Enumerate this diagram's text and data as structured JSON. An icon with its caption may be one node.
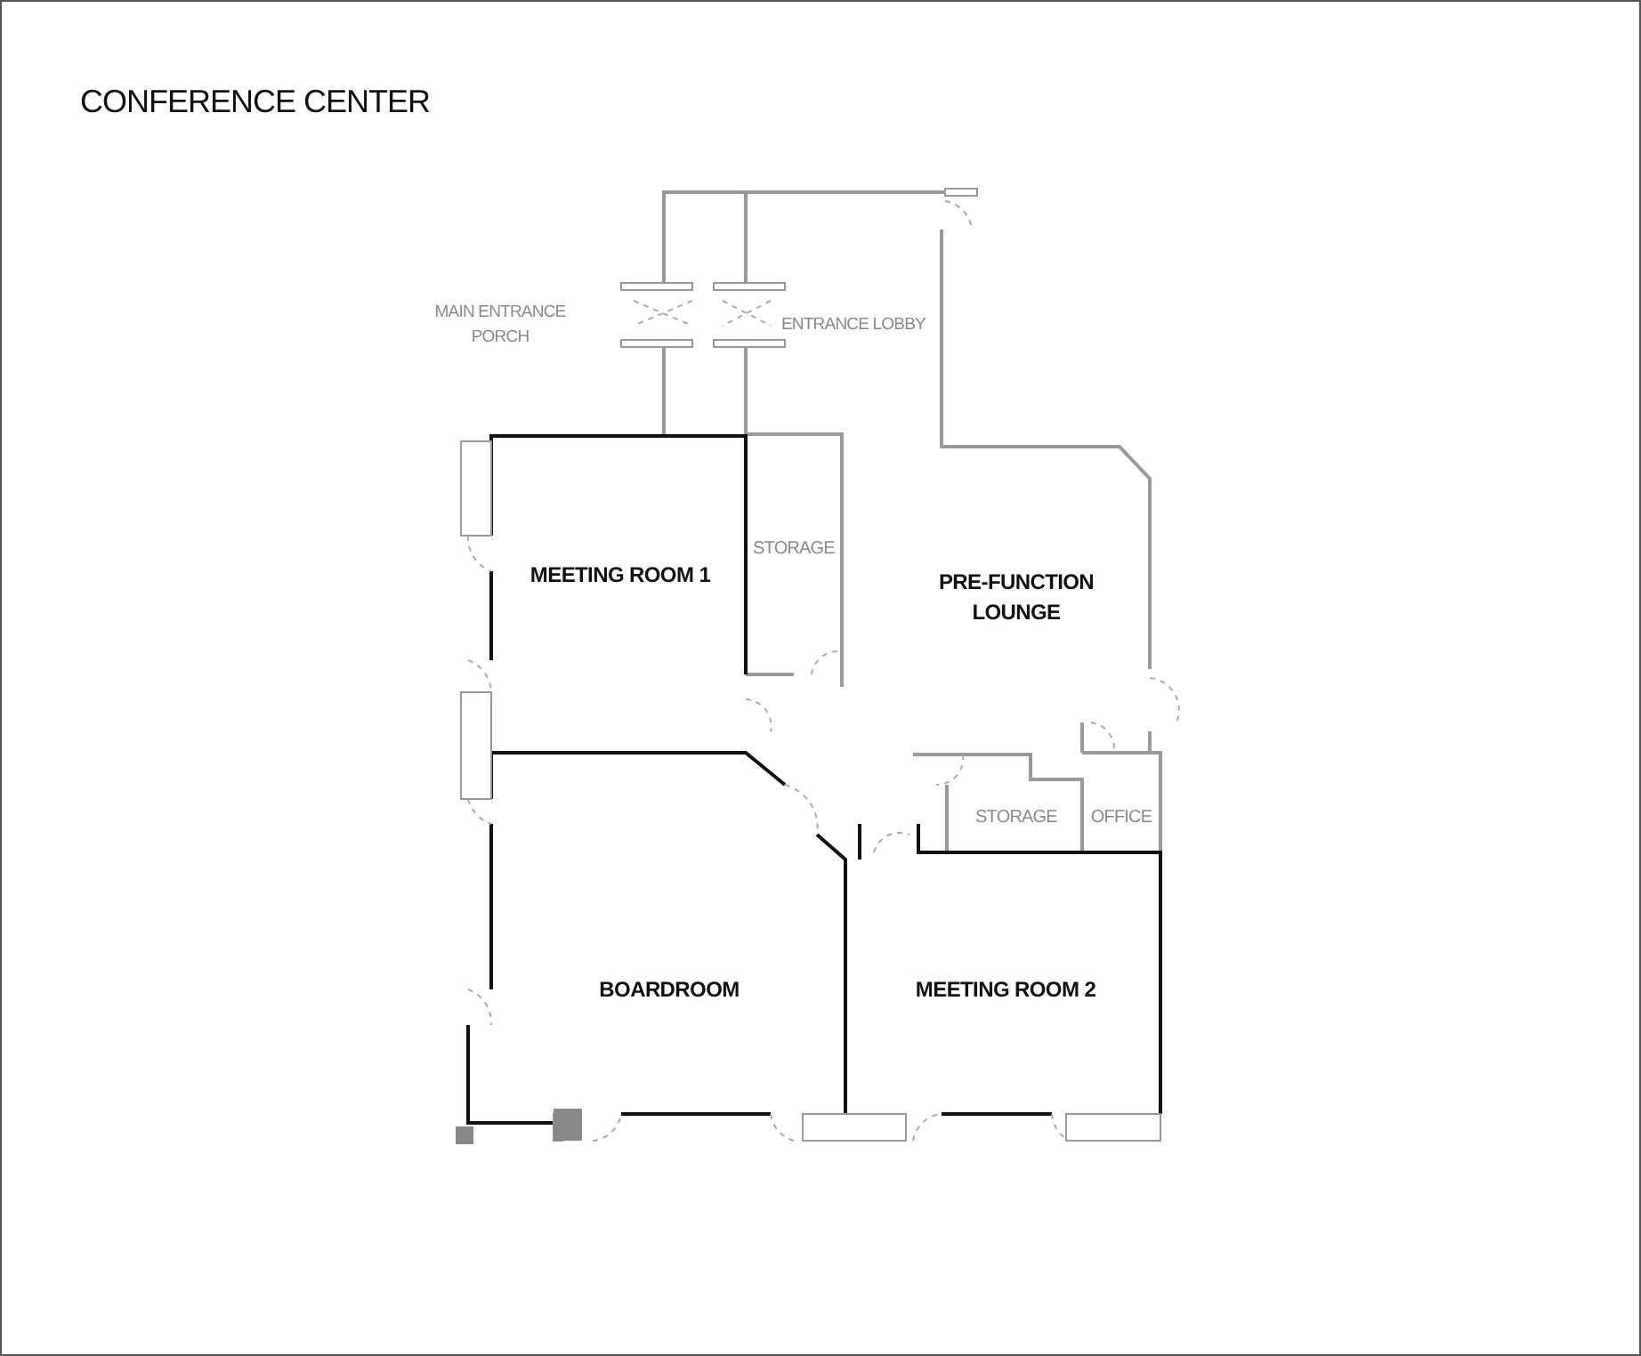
{
  "diagram": {
    "title": "CONFERENCE CENTER",
    "nodes": [
      {
        "text": [
          "MEETING ROOM 1"
        ]
      },
      {
        "text": [
          "STORAGE"
        ]
      },
      {
        "text": [
          "PRE-FUNCTION LOUNGE"
        ]
      },
      {
        "text": [
          "STORAGE"
        ]
      },
      {
        "text": [
          "OFFICE"
        ]
      },
      {
        "text": [
          "BOARDROOM"
        ]
      },
      {
        "text": [
          "MEETING ROOM 2"
        ]
      }
    ],
    "labels": [
      "MAIN ENTRANCE PORCH",
      "ENTRANCE LOBBY"
    ]
  }
}
